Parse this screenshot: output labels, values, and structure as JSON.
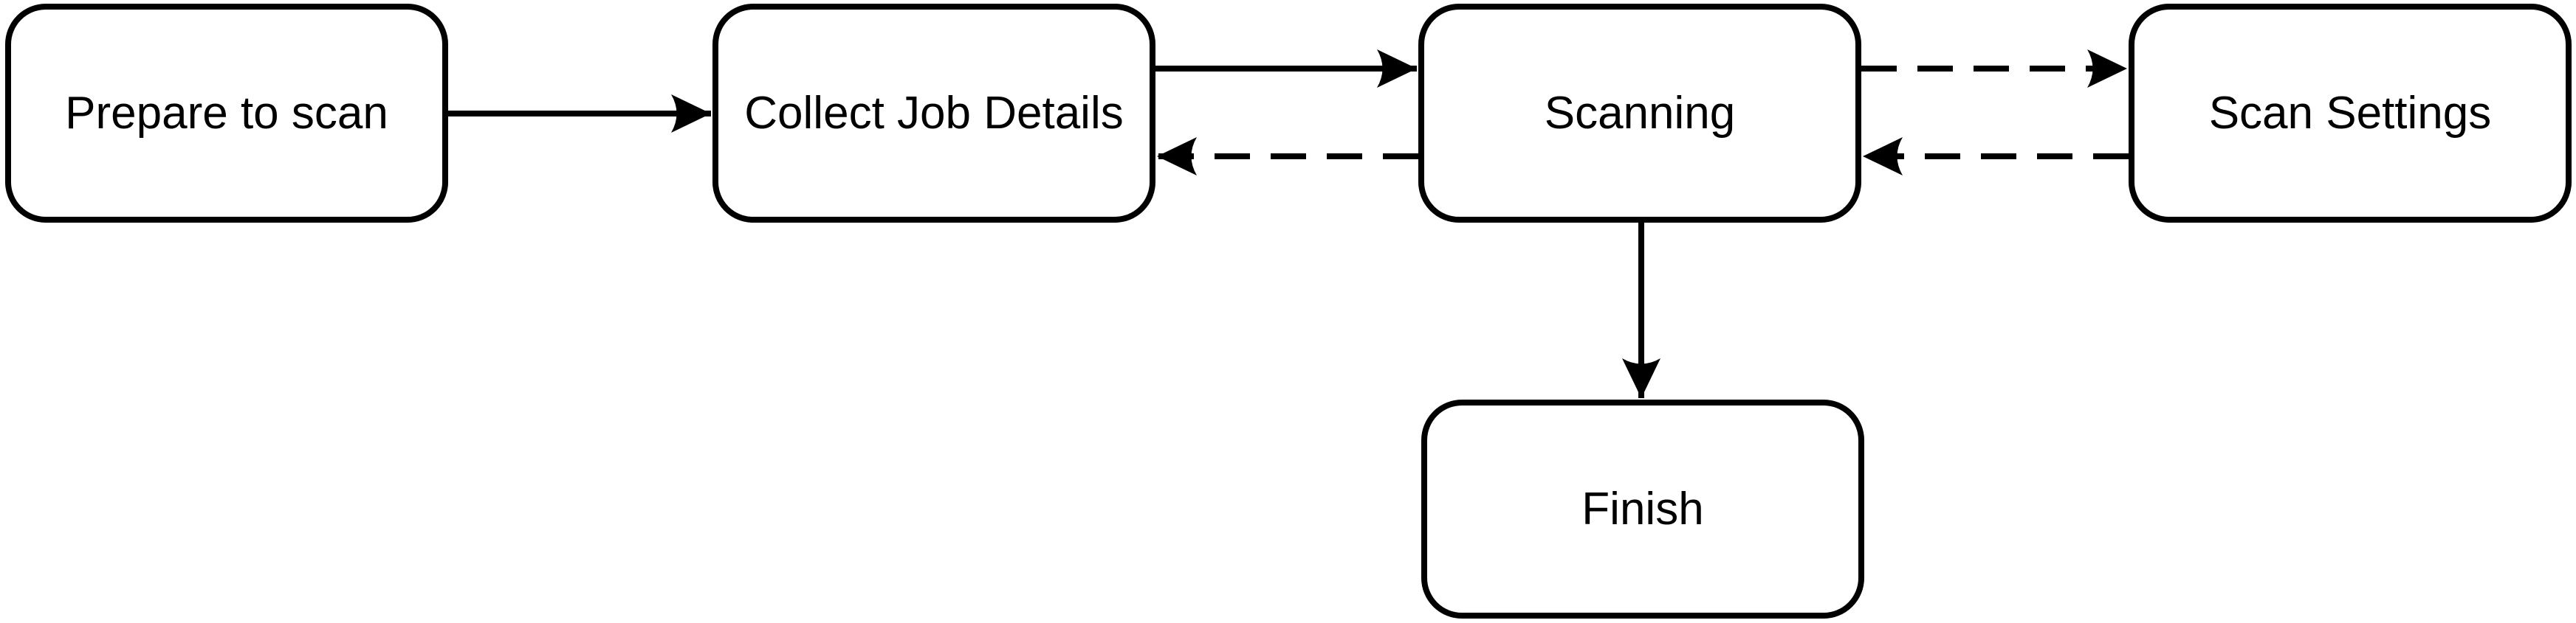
{
  "diagram": {
    "type": "flowchart",
    "background_color": "#ffffff",
    "stroke_color": "#000000",
    "nodes": [
      {
        "id": "prepare",
        "label": "Prepare to scan"
      },
      {
        "id": "collect",
        "label": "Collect Job Details"
      },
      {
        "id": "scanning",
        "label": "Scanning"
      },
      {
        "id": "settings",
        "label": "Scan Settings"
      },
      {
        "id": "finish",
        "label": "Finish"
      }
    ],
    "edges": [
      {
        "from": "prepare",
        "to": "collect",
        "style": "solid",
        "direction": "right"
      },
      {
        "from": "collect",
        "to": "scanning",
        "style": "solid",
        "direction": "right"
      },
      {
        "from": "scanning",
        "to": "collect",
        "style": "dashed",
        "direction": "left"
      },
      {
        "from": "scanning",
        "to": "settings",
        "style": "dashed",
        "direction": "right"
      },
      {
        "from": "settings",
        "to": "scanning",
        "style": "dashed",
        "direction": "left"
      },
      {
        "from": "scanning",
        "to": "finish",
        "style": "solid",
        "direction": "down"
      }
    ]
  }
}
